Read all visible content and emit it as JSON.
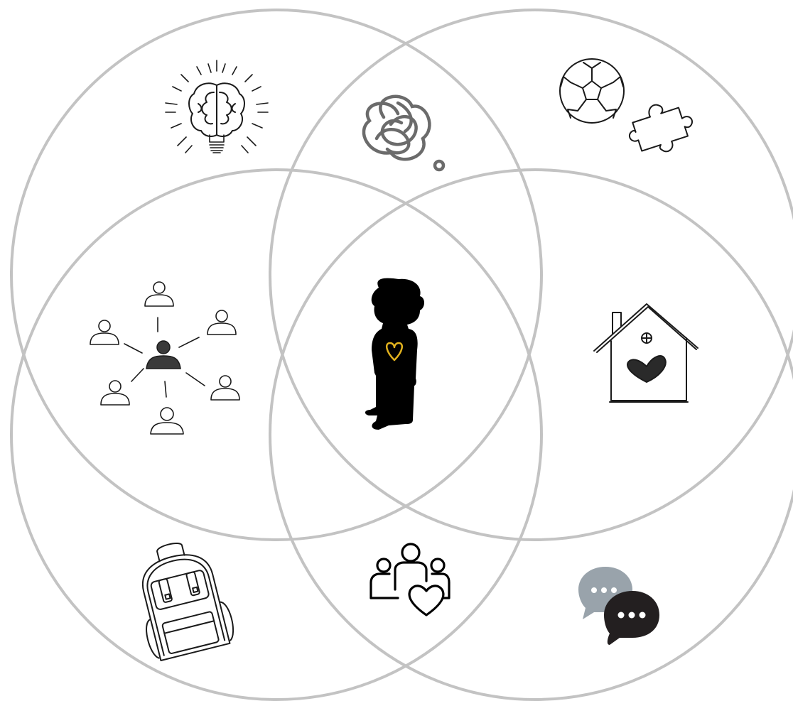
{
  "diagram": {
    "type": "venn",
    "circle_count": 4,
    "colors": {
      "ring": "#c3c3c3",
      "ink": "#1a1a1a",
      "scribble": "#6b6b6b",
      "heart_accent": "#e2b21e",
      "bubble_back": "#99a3ab",
      "bubble_front": "#231f20"
    },
    "icons": [
      {
        "name": "lightbulb-brain-icon",
        "region": "top-left"
      },
      {
        "name": "scribble-thought-icon",
        "region": "top-center"
      },
      {
        "name": "ball-puzzle-icon",
        "region": "top-right"
      },
      {
        "name": "people-network-icon",
        "region": "middle-left"
      },
      {
        "name": "child-heart-silhouette-icon",
        "region": "center"
      },
      {
        "name": "house-heart-icon",
        "region": "middle-right"
      },
      {
        "name": "backpack-icon",
        "region": "bottom-left"
      },
      {
        "name": "family-heart-icon",
        "region": "bottom-center"
      },
      {
        "name": "chat-bubbles-icon",
        "region": "bottom-right"
      }
    ]
  }
}
